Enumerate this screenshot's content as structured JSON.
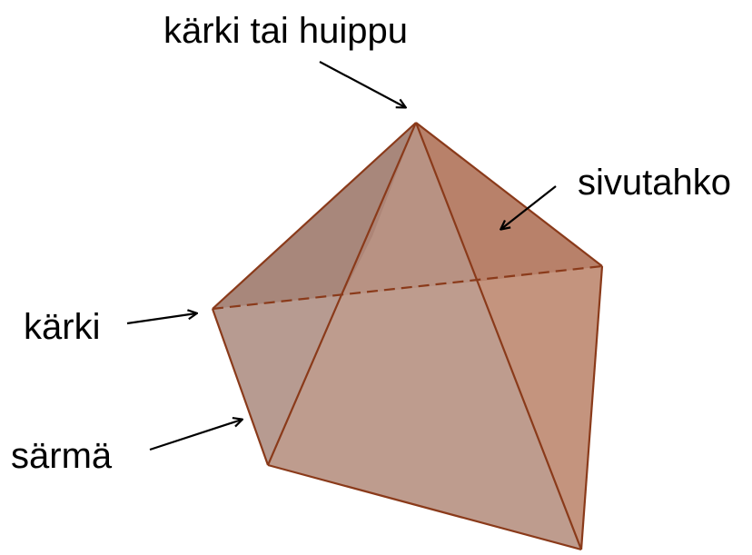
{
  "labels": {
    "apex": "kärki tai huippu",
    "lateral_face": "sivutahko",
    "vertex": "kärki",
    "edge": "särmä"
  },
  "colors": {
    "face_fill": "#b98f80",
    "face_fill_dark": "#9c6f5f",
    "face_fill_right": "#c58a6e",
    "edge_stroke": "#8a3a1a",
    "arrow": "#000000"
  }
}
